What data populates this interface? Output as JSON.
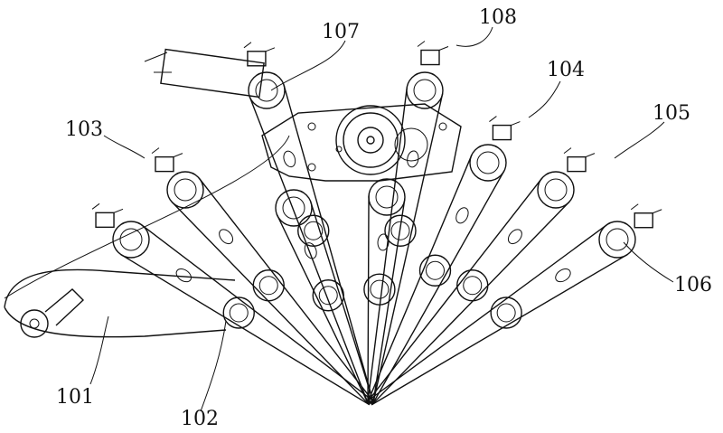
{
  "figure": {
    "labels": {
      "l101": "101",
      "l102": "102",
      "l103": "103",
      "l104": "104",
      "l105": "105",
      "l106": "106",
      "l107": "107",
      "l108": "108"
    }
  }
}
